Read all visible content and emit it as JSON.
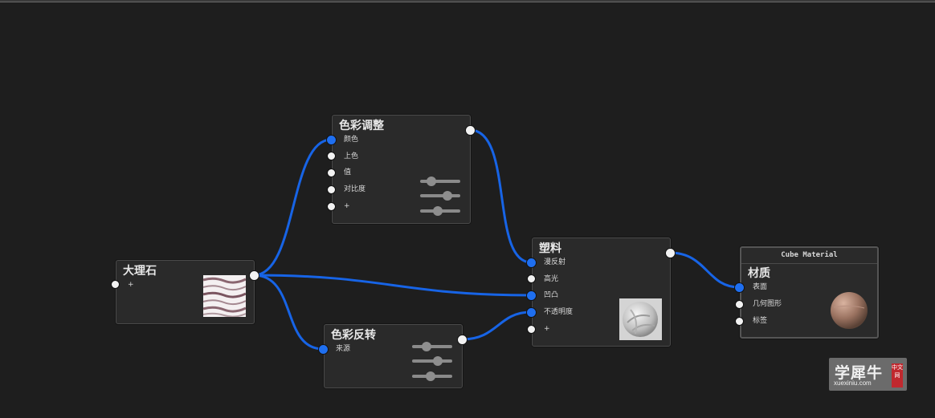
{
  "nodes": {
    "marble": {
      "title": "大理石",
      "add": "+"
    },
    "color_adjust": {
      "title": "色彩调整",
      "inputs": [
        "颜色",
        "上色",
        "值",
        "对比度",
        "+"
      ],
      "sliders": [
        0.25,
        0.65,
        0.4
      ]
    },
    "color_invert": {
      "title": "色彩反转",
      "input": "来源",
      "sliders": [
        0.3,
        0.65,
        0.4
      ]
    },
    "plastic": {
      "title": "塑料",
      "inputs": [
        "漫反射",
        "高光",
        "凹凸",
        "不透明度",
        "+"
      ]
    },
    "material": {
      "header": "Cube Material",
      "title": "材质",
      "inputs": [
        "表面",
        "几何图形",
        "标签"
      ]
    }
  },
  "watermark": {
    "main": "学犀牛",
    "badge": "中文网",
    "url": "xuexiniu.com"
  },
  "colors": {
    "background": "#1e1e1e",
    "node": "#2a2a2a",
    "wire": "#1764e6",
    "port_active": "#1f6ff0",
    "port_idle": "#f2f2f2"
  },
  "icons": {
    "ports": "port-dot",
    "sliders": "slider-knob"
  }
}
